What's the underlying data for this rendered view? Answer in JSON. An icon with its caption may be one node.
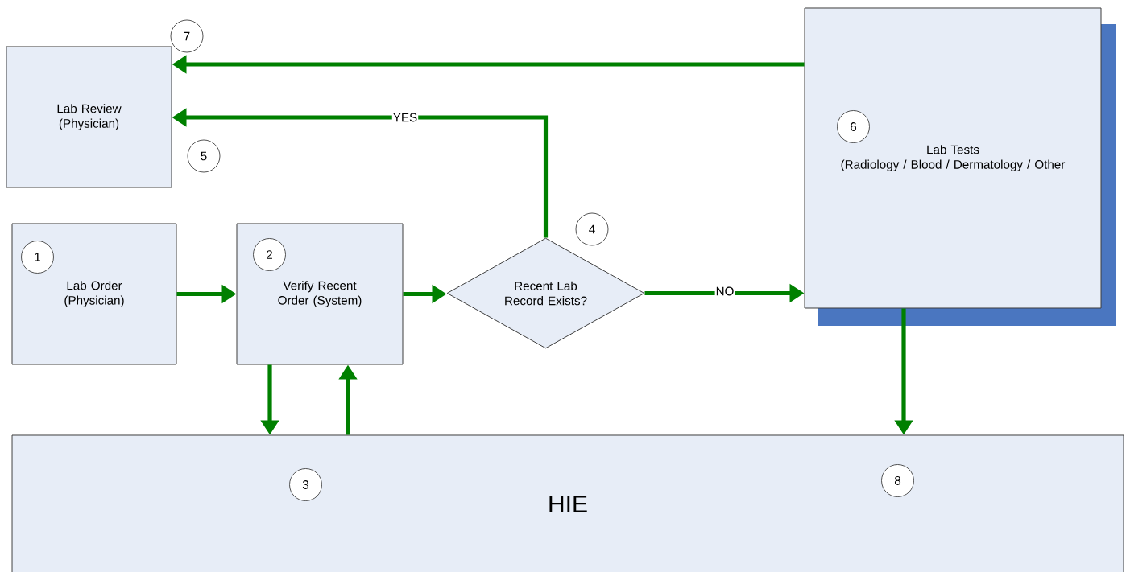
{
  "diagram": {
    "nodes": [
      {
        "text": [
          "7"
        ]
      },
      {
        "text": [
          "Lab Review (Physician)"
        ]
      },
      {
        "text": [
          "5"
        ]
      },
      {
        "text": [
          "Lab Tests",
          "(Radiology / Blood / Dermatology / Other"
        ]
      },
      {
        "text": [
          "6"
        ],
        "in": 3
      },
      {
        "text": [
          "Lab Order (Physician)"
        ]
      },
      {
        "text": [
          "1"
        ],
        "in": 5
      },
      {
        "text": [
          "Verify Recent Order (System)"
        ]
      },
      {
        "text": [
          "2"
        ],
        "in": 7
      },
      {
        "text": [
          "4"
        ]
      },
      {
        "text": [
          "Recent Lab Record Exists?"
        ]
      },
      {
        "text": [
          "HIE"
        ]
      },
      {
        "text": [
          "3"
        ],
        "in": 11
      },
      {
        "text": [
          "8"
        ],
        "in": 11
      }
    ],
    "edges": [
      {
        "from": 3,
        "to": 1,
        "arrow": "to"
      },
      {
        "from": 10,
        "to": 1,
        "arrow": "to",
        "label": "YES"
      },
      {
        "from": 5,
        "to": 7,
        "arrow": "to"
      },
      {
        "from": 7,
        "to": 10,
        "arrow": "to"
      },
      {
        "from": 10,
        "to": 3,
        "arrow": "to",
        "label": "NO"
      },
      {
        "from": 7,
        "to": 11,
        "arrow": "to"
      },
      {
        "from": 11,
        "to": 7,
        "arrow": "to"
      },
      {
        "from": 3,
        "to": 11,
        "arrow": "to"
      }
    ]
  }
}
